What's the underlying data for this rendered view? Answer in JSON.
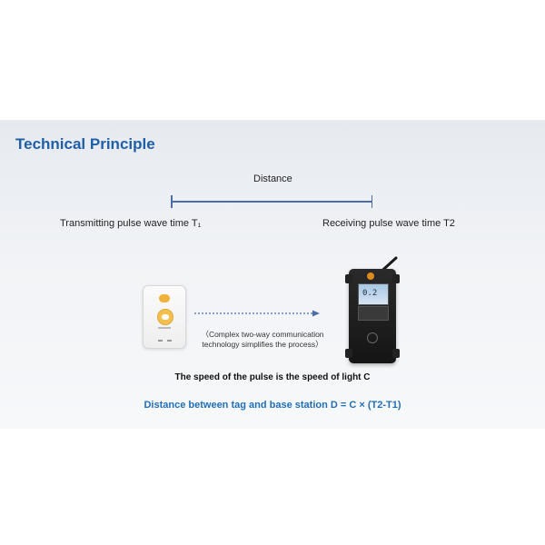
{
  "slide": {
    "title": "Technical Principle",
    "distance_label": "Distance",
    "transmit_label": "Transmitting pulse wave time T₁",
    "receive_label": "Receiving pulse wave time T2",
    "note_line1": "（Complex two-way communication",
    "note_line2": "technology simplifies the process）",
    "speed_text": "The speed of the pulse is the speed of light C",
    "formula": "Distance between tag and base station D = C × (T2-T1)",
    "station_screen": "0.2"
  },
  "colors": {
    "title": "#1f5fa8",
    "formula": "#1f6fba",
    "distance_bar": "#4a6ea8",
    "tag_accent": "#f0b23a"
  },
  "icons": {
    "tag": "uwb-tag-icon",
    "station": "base-station-icon",
    "arrow": "dotted-arrow-icon"
  }
}
